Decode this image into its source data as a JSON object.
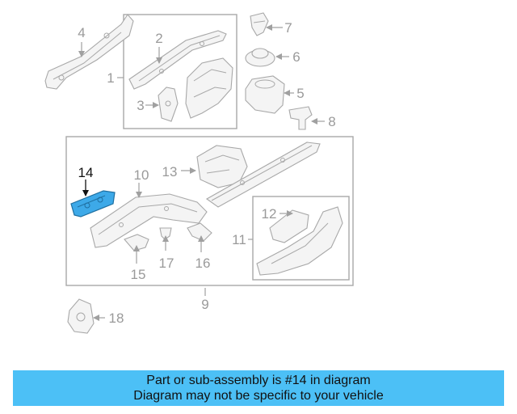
{
  "diagram": {
    "callouts": [
      {
        "id": "1",
        "label": "1"
      },
      {
        "id": "2",
        "label": "2"
      },
      {
        "id": "3",
        "label": "3"
      },
      {
        "id": "4",
        "label": "4"
      },
      {
        "id": "5",
        "label": "5"
      },
      {
        "id": "6",
        "label": "6"
      },
      {
        "id": "7",
        "label": "7"
      },
      {
        "id": "8",
        "label": "8"
      },
      {
        "id": "9",
        "label": "9"
      },
      {
        "id": "10",
        "label": "10"
      },
      {
        "id": "11",
        "label": "11"
      },
      {
        "id": "12",
        "label": "12"
      },
      {
        "id": "13",
        "label": "13"
      },
      {
        "id": "14",
        "label": "14"
      },
      {
        "id": "15",
        "label": "15"
      },
      {
        "id": "16",
        "label": "16"
      },
      {
        "id": "17",
        "label": "17"
      },
      {
        "id": "18",
        "label": "18"
      }
    ],
    "highlighted_part": "14",
    "colors": {
      "highlight_fill": "#3da9e8",
      "caption_bg": "#4cc0f6",
      "line": "#a8a8a8"
    }
  },
  "caption": {
    "line1": "Part or sub-assembly is #14 in diagram",
    "line2": "Diagram may not be specific to your vehicle"
  }
}
